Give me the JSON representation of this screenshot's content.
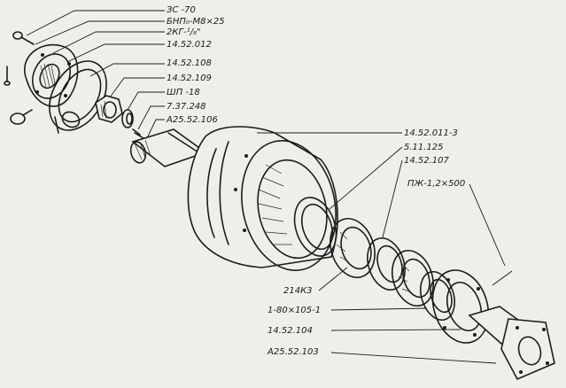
{
  "labels": {
    "zs70": "ЗС -70",
    "bolt": "БНП₀-М8×25",
    "fitting": "2КГ-¹/₈\"",
    "p012": "14.52.012",
    "p108": "14.52.108",
    "p109": "14.52.109",
    "shp18": "ШП -18",
    "p737": "7.37.248",
    "a106": "А25.52.106",
    "p011": "14.52.011-3",
    "p5125": "5.11.125",
    "p107": "14.52.107",
    "wire": "ПЖ-1,2×500",
    "bearing": "214К3",
    "seal": "1-80×105-1",
    "p104": "14.52.104",
    "a103": "А25.52.103"
  }
}
